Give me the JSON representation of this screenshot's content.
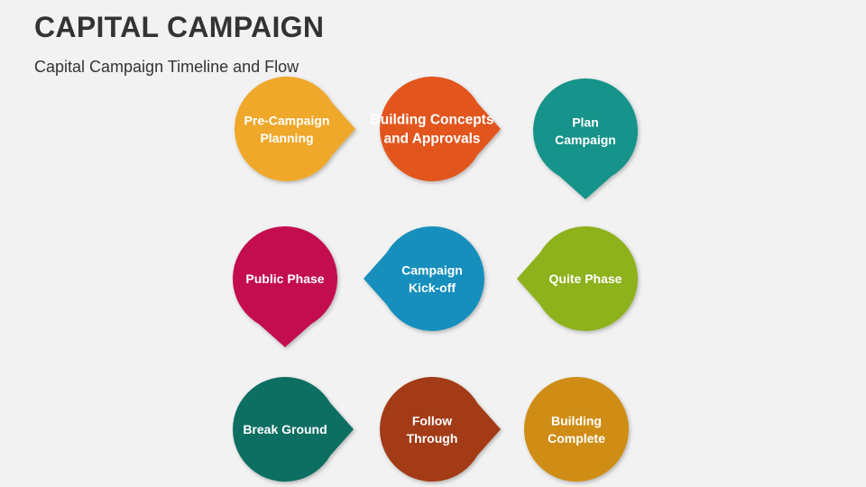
{
  "header": {
    "title": "CAPITAL CAMPAIGN",
    "subtitle": "Capital Campaign Timeline and Flow"
  },
  "steps": [
    {
      "lines": [
        "Pre-Campaign",
        "Planning"
      ],
      "color": "#efa82a"
    },
    {
      "lines": [
        "Building Concepts",
        "and Approvals"
      ],
      "color": "#e2541f"
    },
    {
      "lines": [
        "Plan",
        "Campaign"
      ],
      "color": "#17938a"
    },
    {
      "lines": [
        "Quite Phase"
      ],
      "color": "#8db21d"
    },
    {
      "lines": [
        "Campaign",
        "Kick-off"
      ],
      "color": "#138fbd"
    },
    {
      "lines": [
        "Public Phase"
      ],
      "color": "#c3074f"
    },
    {
      "lines": [
        "Break Ground"
      ],
      "color": "#0e6e62"
    },
    {
      "lines": [
        "Follow",
        "Through"
      ],
      "color": "#a23b14"
    },
    {
      "lines": [
        "Building",
        "Complete"
      ],
      "color": "#cf8d14"
    }
  ]
}
